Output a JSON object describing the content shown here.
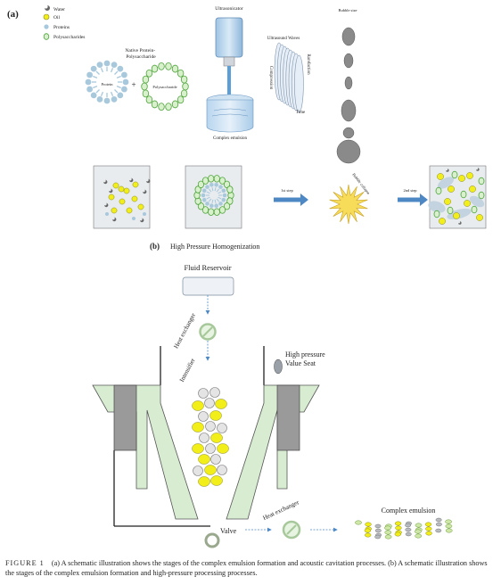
{
  "panel_a": {
    "label": "(a)",
    "legend": [
      {
        "label": "Water",
        "icon": "water-icon"
      },
      {
        "label": "Oil",
        "icon": "oil-droplet-icon"
      },
      {
        "label": "Proteins",
        "icon": "protein-icon"
      },
      {
        "label": "Polysaccharides",
        "icon": "polysaccharide-icon"
      }
    ],
    "native_complex_title": "Native Protein-\nPolysaccharide",
    "protein_label": "Protein",
    "polysaccharide_label": "Polysaccharide",
    "ultrasonicator_label": "Ultrasonicator",
    "complex_emulsion_label": "Complex emulsion",
    "ultrasound_waves_label": "Ultrasound Waves",
    "compression_label": "Compression",
    "rarefaction_label": "Rarefaction",
    "time_label": "Time",
    "bubble_size_label": "Bubble size",
    "step1_label": "1st step",
    "bubble_collapse_label": "Bubble collapse",
    "step2_label": "2nd step"
  },
  "panel_b": {
    "label": "(b)",
    "title": "High Pressure Homogenization",
    "fluid_reservoir_label": "Fluid Reservoir",
    "heat_exchanger_label": "Heat exchanger",
    "intensifier_label": "Intensifier",
    "valve_seat_label": "High pressure\nValue Seat",
    "valve_label": "Valve",
    "heat_exchanger2_label": "Heat exchanger",
    "complex_emulsion_label": "Complex emulsion"
  },
  "caption": {
    "figure_label": "FIGURE 1",
    "text": "(a) A schematic illustration shows the stages of the complex emulsion formation and acoustic cavitation processes. (b) A schematic illustration shows the stages of the complex emulsion formation and high-pressure processing processes."
  },
  "colors": {
    "oil": "#f2ee1a",
    "polysaccharide": "#8fcf6a",
    "protein": "#a8c8dc",
    "panel_fill": "#e8ecef",
    "arrow": "#4d88c4",
    "homogenizer": "#d8ecd2",
    "piston": "#9a9a9a",
    "bubble": "#8a8a8a"
  }
}
